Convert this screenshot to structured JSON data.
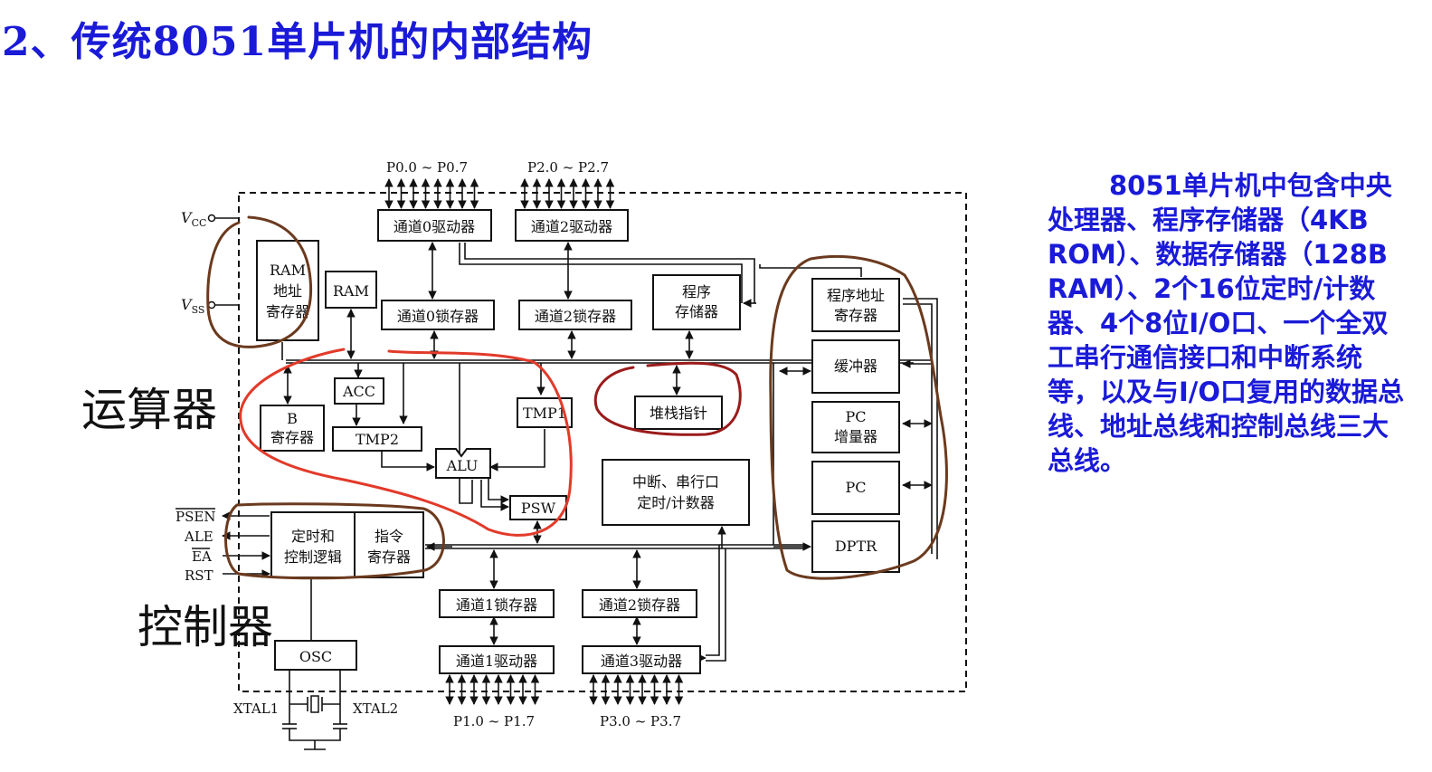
{
  "slide": {
    "title": "2、传统8051单片机的内部结构",
    "description": "8051单片机中包含中央处理器、程序存储器（4KB ROM）、数据存储器（128B RAM）、2个16位定时/计数器、4个8位I/O口、一个全双工串行通信接口和中断系统等，以及与I/O口复用的数据总线、地址总线和控制总线三大总线。"
  },
  "annotations": {
    "alu_group_label": "运算器",
    "control_group_label": "控制器",
    "alu_color": "#e23a2a",
    "control_color": "#6b3a1e",
    "stack_color": "#9b1b1b",
    "right_group_color": "#6b3a1e"
  },
  "colors": {
    "title": "#1a1ad8",
    "description": "#1a1ad8",
    "line": "#111111"
  },
  "diagram": {
    "ports": {
      "p0": "P0.0 ~ P0.7",
      "p2": "P2.0 ~ P2.7",
      "p1": "P1.0 ~ P1.7",
      "p3": "P3.0 ~ P3.7"
    },
    "pins": {
      "vcc": "V",
      "vcc_sub": "CC",
      "vss": "V",
      "vss_sub": "SS",
      "psen": "PSEN",
      "ale": "ALE",
      "ea": "EA",
      "rst": "RST",
      "xtal1": "XTAL1",
      "xtal2": "XTAL2"
    },
    "blocks": {
      "ch0_driver": "通道0驱动器",
      "ch2_driver": "通道2驱动器",
      "ch0_latch": "通道0锁存器",
      "ch2_latch": "通道2锁存器",
      "ram_addr_1": "RAM",
      "ram_addr_2": "地址",
      "ram_addr_3": "寄存器",
      "ram": "RAM",
      "program_mem_1": "程序",
      "program_mem_2": "存储器",
      "pc_addr_1": "程序地址",
      "pc_addr_2": "寄存器",
      "buffer": "缓冲器",
      "pc_inc_1": "PC",
      "pc_inc_2": "增量器",
      "pc": "PC",
      "dptr": "DPTR",
      "acc": "ACC",
      "b_reg_1": "B",
      "b_reg_2": "寄存器",
      "tmp2": "TMP2",
      "tmp1": "TMP1",
      "alu": "ALU",
      "psw": "PSW",
      "sp": "堆栈指针",
      "int_1": "中断、串行口",
      "int_2": "定时/计数器",
      "timing_1": "定时和",
      "timing_2": "控制逻辑",
      "ir_1": "指令",
      "ir_2": "寄存器",
      "ch1_latch": "通道1锁存器",
      "ch2_latch_b": "通道2锁存器",
      "ch1_driver": "通道1驱动器",
      "ch3_driver": "通道3驱动器",
      "osc": "OSC"
    }
  }
}
